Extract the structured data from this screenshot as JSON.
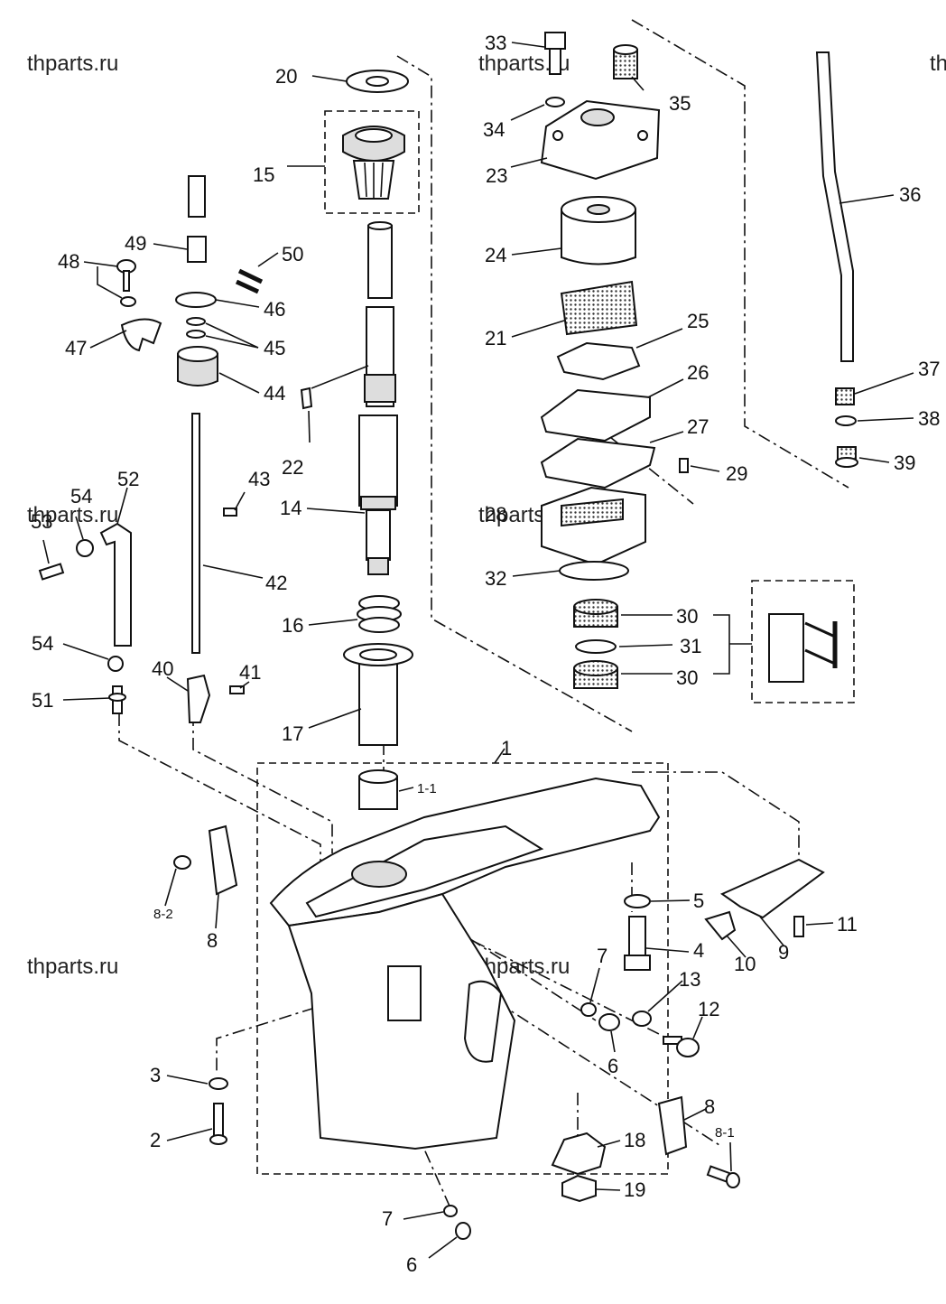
{
  "watermarks": [
    "thparts.ru",
    "thparts.ru",
    "thparts.ru",
    "thparts.ru",
    "thparts.ru",
    "thparts.ru",
    "thparts.ru"
  ],
  "callouts": [
    "20",
    "15",
    "33",
    "35",
    "34",
    "23",
    "36",
    "49",
    "50",
    "48",
    "46",
    "45",
    "47",
    "44",
    "22",
    "24",
    "21",
    "25",
    "26",
    "37",
    "38",
    "27",
    "29",
    "39",
    "43",
    "14",
    "52",
    "53",
    "54",
    "28",
    "32",
    "42",
    "16",
    "30",
    "31",
    "30",
    "54",
    "40",
    "41",
    "51",
    "17",
    "1",
    "1-1",
    "5",
    "11",
    "8-2",
    "8",
    "10",
    "9",
    "4",
    "7",
    "13",
    "12",
    "6",
    "3",
    "8",
    "8-1",
    "2",
    "18",
    "19",
    "7",
    "6"
  ]
}
